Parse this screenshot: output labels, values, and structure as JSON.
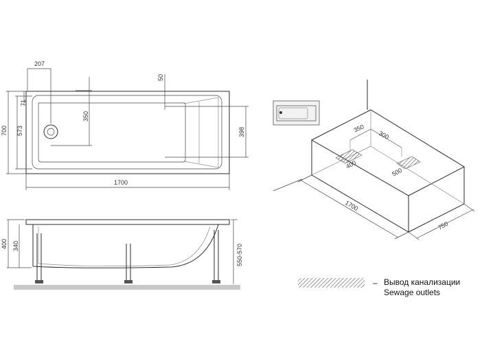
{
  "top_view": {
    "dims": {
      "outlet_offset": "207",
      "rim_edge": "50",
      "overall_width": "700",
      "inner_width": "573",
      "rim_small": "71",
      "outlet_depth": "350",
      "headrest_width": "398",
      "overall_length": "1700"
    }
  },
  "side_view": {
    "dims": {
      "height_total": "400",
      "height_body": "340",
      "leg_range": "550-570"
    }
  },
  "iso_view": {
    "dims": {
      "length": "1700",
      "width": "750",
      "outlet_a": "350",
      "outlet_b": "300",
      "slot_a": "400",
      "slot_b": "500"
    }
  },
  "legend": {
    "label_ru": "Вывод канализации",
    "label_en": "Sewage outlets",
    "dash": "–"
  }
}
